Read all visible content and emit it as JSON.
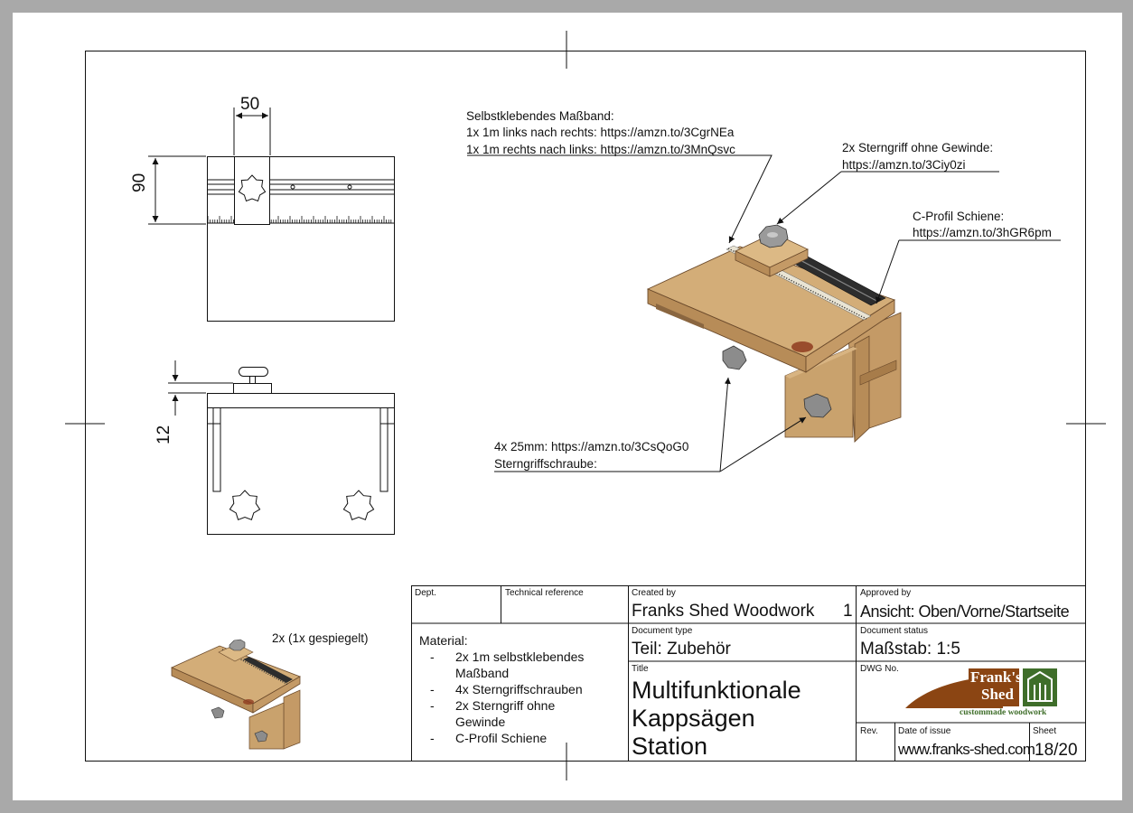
{
  "dimensions": {
    "width": "50",
    "height": "90",
    "knob_offset": "12"
  },
  "annotations": {
    "measuring_tape": {
      "title": "Selbstklebendes Maßband:",
      "line1": "1x   1m links nach rechts: https://amzn.to/3CgrNEa",
      "line2": "1x   1m rechts nach links: https://amzn.to/3MnQsvc"
    },
    "star_knob": {
      "line1": "2x Sterngriff ohne Gewinde:",
      "line2": "https://amzn.to/3Ciy0zi"
    },
    "c_profile": {
      "line1": "C-Profil Schiene:",
      "line2": "https://amzn.to/3hGR6pm"
    },
    "star_screw": {
      "line1": "4x   25mm: https://amzn.to/3CsQoG0",
      "line2": "Sterngriffschraube:"
    },
    "quantity_note": "2x   (1x gespiegelt)"
  },
  "title_block": {
    "dept_label": "Dept.",
    "tech_ref_label": "Technical reference",
    "created_by_label": "Created by",
    "created_by_value": "Franks Shed Woodwork",
    "created_by_number": "1",
    "approved_by_label": "Approved by",
    "approved_by_value": "Ansicht: Oben/Vorne/Startseite",
    "material_title": "Material:",
    "material_items": [
      {
        "dash": "-",
        "text": "2x  1m selbstklebendes",
        "cont": "Maßband"
      },
      {
        "dash": "-",
        "text": " 4x  Sterngriffschrauben",
        "cont": ""
      },
      {
        "dash": "-",
        "text": "2x  Sterngriff ohne",
        "cont": "Gewinde"
      },
      {
        "dash": "-",
        "text": "C-Profil Schiene",
        "cont": ""
      }
    ],
    "doc_type_label": "Document type",
    "doc_type_value": "Teil: Zubehör",
    "doc_status_label": "Document status",
    "doc_status_value": "Maßstab: 1:5",
    "title_label": "Title",
    "title_line1": "Multifunktionale",
    "title_line2": "Kappsägen",
    "title_line3": "Station",
    "dwg_label": "DWG No.",
    "rev_label": "Rev.",
    "date_label": "Date of issue",
    "date_value": "www.franks-shed.com",
    "sheet_label": "Sheet",
    "sheet_value": "18/20"
  },
  "logo": {
    "line1": "Frank's",
    "line2": "Shed",
    "tagline": "custommade woodwork",
    "colors": {
      "brown": "#8b4513",
      "green": "#3f6e2a"
    }
  },
  "colors": {
    "wood_top": "#d3ad78",
    "wood_side": "#c9a26d",
    "wood_front": "#b78c58",
    "rail": "#3a3a3a",
    "background": "#a9a9a9"
  }
}
